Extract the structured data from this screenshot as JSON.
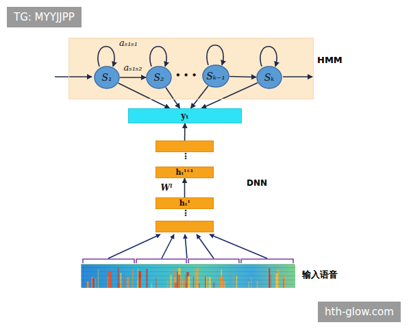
{
  "diagram": {
    "nodes": [
      {
        "text": [
          "HMM"
        ]
      },
      {
        "text": [
          "S₁"
        ],
        "in": 0
      },
      {
        "text": [
          "S₂"
        ],
        "in": 0
      },
      {
        "text": [
          "Sₖ₋₁"
        ],
        "in": 0
      },
      {
        "text": [
          "Sₖ"
        ],
        "in": 0
      },
      {
        "text": [
          "yₜ"
        ]
      },
      {
        "text": []
      },
      {
        "text": [
          "hₜˡ⁺¹"
        ]
      },
      {
        "text": [
          "hₜˡ"
        ]
      },
      {
        "text": []
      },
      {
        "text": [
          "输入语音"
        ]
      }
    ],
    "edges": [
      {
        "from": 1,
        "to": 2,
        "arrow": "to",
        "label": "aₛ₁ₛ₂"
      },
      {
        "from": 3,
        "to": 4,
        "arrow": "to"
      },
      {
        "from": 1,
        "to": 5,
        "arrow": "to"
      },
      {
        "from": 2,
        "to": 5,
        "arrow": "to"
      },
      {
        "from": 3,
        "to": 5,
        "arrow": "to"
      },
      {
        "from": 4,
        "to": 5,
        "arrow": "to"
      },
      {
        "from": 6,
        "to": 5,
        "arrow": "to"
      },
      {
        "from": 8,
        "to": 7,
        "arrow": "to",
        "label": "Wˡ"
      }
    ],
    "labels": [
      "TG: MYYJJPP",
      "aₛ₁ₛ₁",
      "• • •",
      "DNN",
      "⋮",
      "⋮",
      "hth-glow.com"
    ]
  }
}
